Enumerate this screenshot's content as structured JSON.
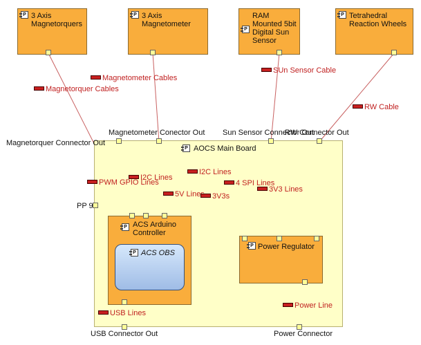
{
  "blocks": {
    "magnetorquers": "3 Axis\nMagnetorquers",
    "magnetometer": "3 Axis\nMagnetometer",
    "sun_sensor": "RAM\nMounted 5bit\nDigital Sun\nSensor",
    "reaction_wheels": "Tetrahedral\nReaction Wheels",
    "main_board": "AOCS Main Board",
    "arduino": "ACS Arduino\nController",
    "obs": "ACS OBS",
    "power_regulator": "Power Regulator"
  },
  "ports": {
    "magnetorquer_out": "Magnetorquer Connector Out",
    "magnetometer_out": "Magnetometer Conector Out",
    "sun_sensor_out": "Sun Sensor Connector Out",
    "rw_out": "RW Connector Out",
    "pp9": "PP 9",
    "usb_out": "USB Connector Out",
    "power_conn": "Power Connector"
  },
  "connectors": {
    "magnetometer_cables": "Magnetometer Cables",
    "magnetorquer_cables": "Magnetorquer Cables",
    "sun_sensor_cable": "SUn Sensor Cable",
    "rw_cable": "RW Cable",
    "i2c_lines_a": "I2C Lines",
    "i2c_lines_b": "I2C Lines",
    "pwm_gpio": "PWM GPIO Lines",
    "spi_lines": "4 SPI Lines",
    "v5_lines": "5V Lines",
    "v33": "3V3s",
    "v33_lines": "3V3 Lines",
    "usb_lines": "USB Lines",
    "power_line": "Power Line"
  },
  "icons": {
    "part": "P",
    "part_icon_name": "part-icon",
    "connector_icon_name": "connector-icon"
  },
  "colors": {
    "block_fill": "#f9ad3c",
    "board_fill": "#ffffc8",
    "port_fill": "#ffff99",
    "line": "#c03030",
    "connector_text": "#c02020",
    "obs_fill": "#b8d2f2"
  }
}
